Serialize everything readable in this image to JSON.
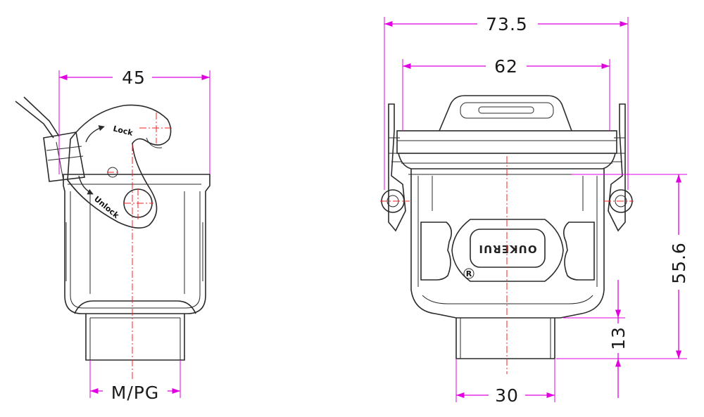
{
  "dimensions": {
    "side_width": "45",
    "thread": "M/PG",
    "overall_width": "73.5",
    "body_width": "62",
    "total_height": "55.6",
    "neck_height": "13",
    "neck_width": "30"
  },
  "labels": {
    "lock": "Lock",
    "unlock": "Unlock",
    "brand": "OUKERUI",
    "registered": "R"
  },
  "colors": {
    "dimension_lines": "#e000e0",
    "center_lines": "#ff2020",
    "outline": "#2a2a2a"
  }
}
